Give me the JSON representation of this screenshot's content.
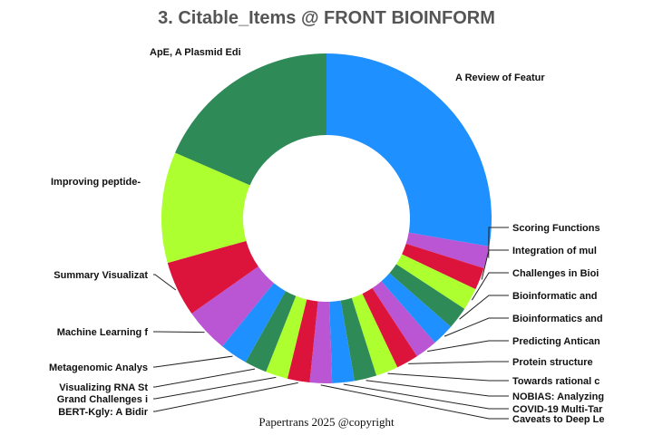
{
  "chart_data": {
    "type": "pie",
    "donut": true,
    "title": "3. Citable_Items @ FRONT BIOINFORM",
    "footer": "Papertrans 2025 @copyright",
    "slices": [
      {
        "label": "A Review of Featur",
        "value": 25.5,
        "color": "#1e90ff"
      },
      {
        "label": "Scoring Functions",
        "value": 2.0,
        "color": "#ba55d3"
      },
      {
        "label": "Integration of mul",
        "value": 2.0,
        "color": "#dc143c"
      },
      {
        "label": "Challenges in Bioi",
        "value": 2.0,
        "color": "#adff2f"
      },
      {
        "label": "Bioinformatic and",
        "value": 2.0,
        "color": "#2e8b57"
      },
      {
        "label": "Bioinformatics and",
        "value": 2.0,
        "color": "#1e90ff"
      },
      {
        "label": "Predicting Antican",
        "value": 2.0,
        "color": "#ba55d3"
      },
      {
        "label": "Protein structure",
        "value": 2.0,
        "color": "#dc143c"
      },
      {
        "label": "Towards rational c",
        "value": 2.0,
        "color": "#adff2f"
      },
      {
        "label": "NOBIAS: Analyzing",
        "value": 2.0,
        "color": "#2e8b57"
      },
      {
        "label": "COVID-19 Multi-Tar",
        "value": 2.0,
        "color": "#1e90ff"
      },
      {
        "label": "Caveats to Deep Le",
        "value": 2.0,
        "color": "#ba55d3"
      },
      {
        "label": "BERT-Kgly: A Bidir",
        "value": 2.0,
        "color": "#dc143c"
      },
      {
        "label": "Grand Challenges i",
        "value": 2.0,
        "color": "#adff2f"
      },
      {
        "label": "Visualizing RNA St",
        "value": 2.0,
        "color": "#2e8b57"
      },
      {
        "label": "Metagenomic Analys",
        "value": 2.5,
        "color": "#1e90ff"
      },
      {
        "label": "Machine Learning f",
        "value": 4.0,
        "color": "#ba55d3"
      },
      {
        "label": "Summary Visualizat",
        "value": 5.0,
        "color": "#dc143c"
      },
      {
        "label": "Improving peptide-",
        "value": 10.0,
        "color": "#adff2f"
      },
      {
        "label": "ApE, A Plasmid Edi",
        "value": 17.0,
        "color": "#2e8b57"
      }
    ]
  }
}
